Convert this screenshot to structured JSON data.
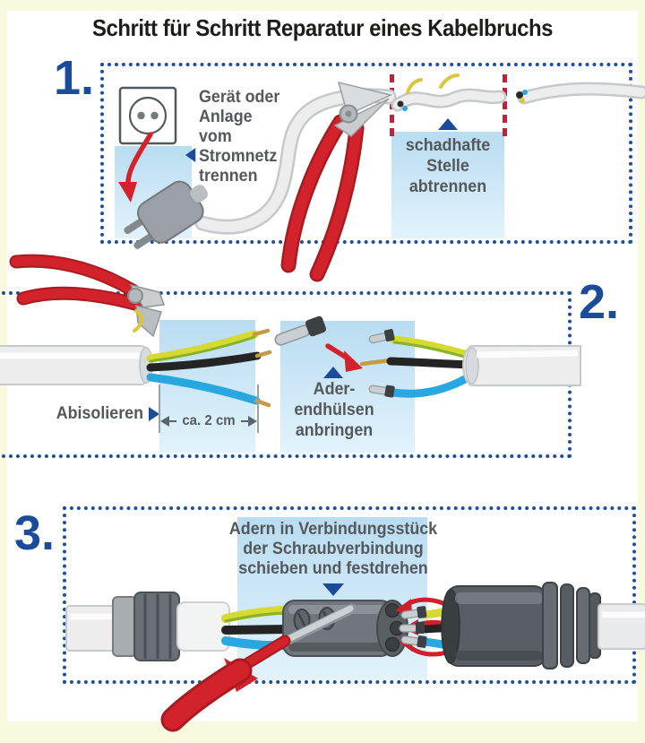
{
  "title": "Schritt für Schritt Reparatur eines Kabelbruchs",
  "colors": {
    "background": "#F9F9E0",
    "panel": "#FFFFFF",
    "accent_blue": "#1B4C9C",
    "accent_red": "#D2222B",
    "cut_mark_red": "#C22237",
    "highlight_band_top": "#B9DCF1",
    "highlight_band_bottom": "#E2F3FC",
    "callout_text": "#54585B",
    "wire_yellow_green": "#D6D92F",
    "wire_black": "#242424",
    "wire_blue": "#29A7E0"
  },
  "steps": [
    {
      "number": "1.",
      "callout_disconnect": {
        "lines": [
          "Gerät oder",
          "Anlage",
          "vom",
          "Stromnetz",
          "trennen"
        ]
      },
      "callout_cut": {
        "lines": [
          "schadhafte",
          "Stelle",
          "abtrennen"
        ]
      }
    },
    {
      "number": "2.",
      "label_strip": "Abisolieren",
      "measure_label": "ca. 2 cm",
      "callout_ferrule": {
        "lines": [
          "Ader-",
          "endhülsen",
          "anbringen"
        ]
      }
    },
    {
      "number": "3.",
      "callout_connect": {
        "lines": [
          "Adern in Verbindungsstück",
          "der Schraubverbindung",
          "schieben und festdrehen"
        ]
      }
    }
  ]
}
